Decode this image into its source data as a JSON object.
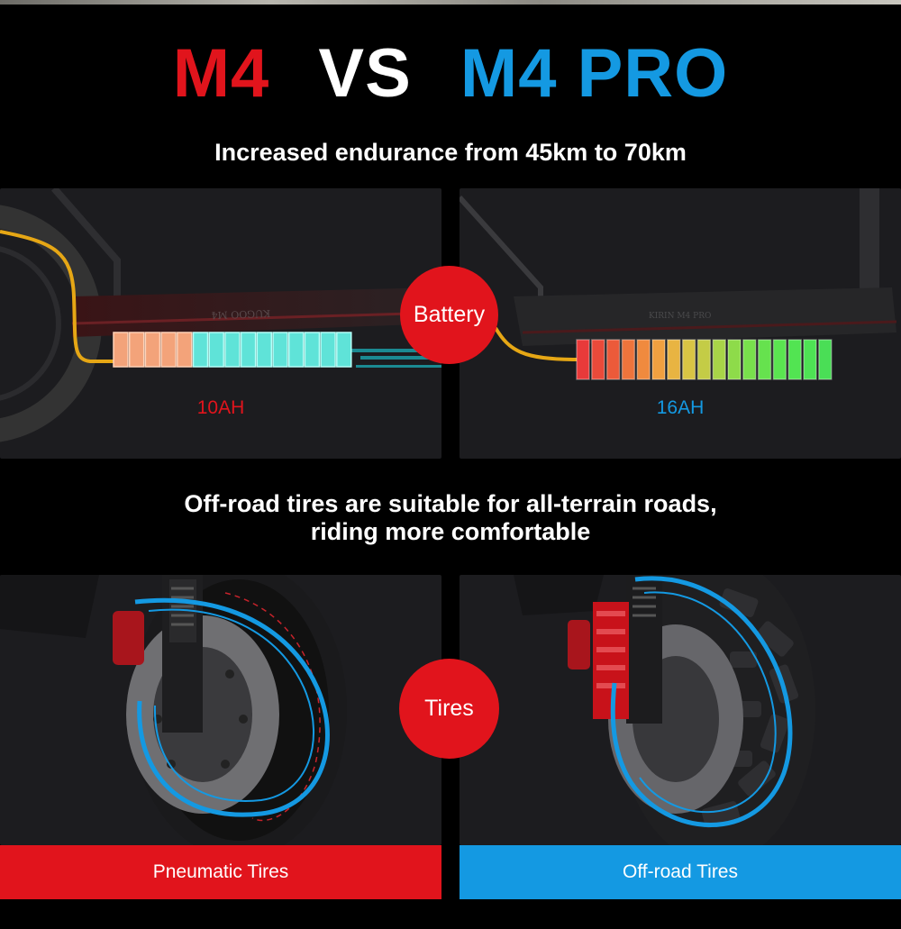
{
  "title": {
    "left": "M4",
    "vs": "VS",
    "right": "M4 PRO"
  },
  "battery_section": {
    "heading": "Increased endurance from 45km to 70km",
    "badge": "Battery",
    "left_caption": "10AH",
    "right_caption": "16AH"
  },
  "tires_section": {
    "heading_line1": "Off-road tires are suitable for all-terrain roads,",
    "heading_line2": "riding more comfortable",
    "badge": "Tires",
    "left_label": "Pneumatic Tires",
    "right_label": "Off-road Tires"
  },
  "colors": {
    "red": "#e1141c",
    "blue": "#1499e2",
    "panel": "#1c1c1f"
  },
  "icons": [
    "scooter-deck-illustration",
    "battery-cells-illustration",
    "wheel-illustration"
  ]
}
